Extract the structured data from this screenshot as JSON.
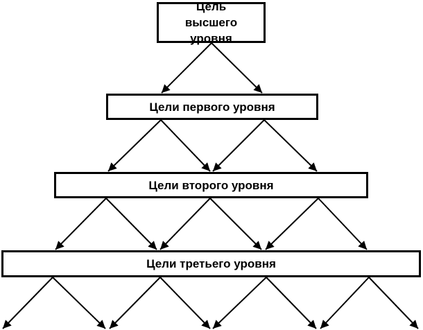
{
  "diagram": {
    "top_goal": "Цель высшего уровня",
    "level1": "Цели первого уровня",
    "level2": "Цели второго уровня",
    "level3": "Цели третьего уровня"
  },
  "colors": {
    "stroke": "#000000",
    "fill": "#ffffff",
    "text": "#000000"
  }
}
